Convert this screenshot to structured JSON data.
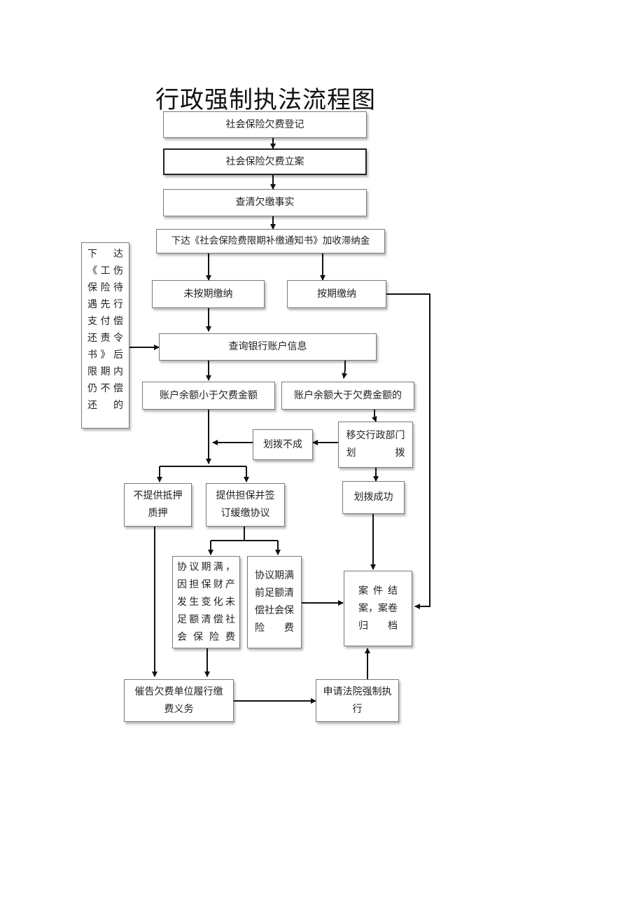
{
  "title": "行政强制执法流程图",
  "nodes": {
    "register": "社会保险欠费登记",
    "case_filing": "社会保险欠费立案",
    "investigate": "查清欠缴事实",
    "notice": "下达《社会保险费限期补缴通知书》加收滞纳金",
    "not_paid": "未按期缴纳",
    "paid_on_time": "按期缴纳",
    "side_order": "下 达《工伤保险待遇先行支付偿还责令书》后限期内仍不偿还的",
    "query_bank": "查询银行账户信息",
    "balance_less": "账户余额小于欠费金额",
    "balance_more": "账户余额大于欠费金额的",
    "transfer_dept": "移交行政部门划拨",
    "transfer_fail": "划拨不成",
    "transfer_success": "划拨成功",
    "no_collateral": "不提供抵押质押",
    "provide_guarantee": "提供担保并签订缓缴协议",
    "agreement_expired": "协议期满，因担保财产发生变化未足额清偿社会保险费",
    "agreement_paid": "协议期满前足额清偿社会保险费",
    "case_closed": "案件结案，案卷归档",
    "urge": "催告欠费单位履行缴费义务",
    "court": "申请法院强制执行"
  }
}
